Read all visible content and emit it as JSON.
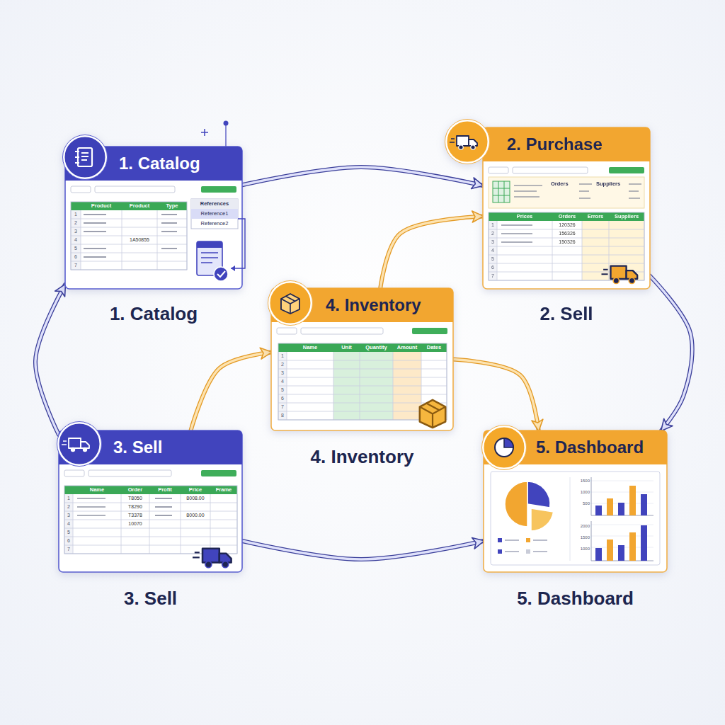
{
  "diagram": {
    "nodes": [
      {
        "text": [
          "1. Catalog",
          "1. Catalog"
        ]
      },
      {
        "text": [
          "2. Purchase",
          "2. Sell"
        ]
      },
      {
        "text": [
          "4. Inventory",
          "4. Inventory"
        ]
      },
      {
        "text": [
          "3. Sell",
          "3. Sell"
        ]
      },
      {
        "text": [
          "5. Dashboard",
          "5. Dashboard"
        ]
      }
    ],
    "edges": [
      {
        "from": 0,
        "to": 1,
        "arrow": "to"
      },
      {
        "from": 1,
        "to": 4,
        "arrow": "to"
      },
      {
        "from": 3,
        "to": 4,
        "arrow": "to"
      },
      {
        "from": 3,
        "to": 0,
        "arrow": "to"
      },
      {
        "from": 3,
        "to": 2,
        "arrow": "to"
      },
      {
        "from": 2,
        "to": 1,
        "arrow": "to"
      },
      {
        "from": 2,
        "to": 4,
        "arrow": "to"
      }
    ],
    "labels": [
      "Product",
      "Product",
      "Type",
      "References",
      "Reference1",
      "Reference2",
      "1A50855",
      "1",
      "2",
      "3",
      "4",
      "5",
      "6",
      "7",
      "Orders",
      "Suppliers",
      "Prices",
      "Orders",
      "Errors",
      "Suppliers",
      "120326",
      "156326",
      "150326",
      "1",
      "2",
      "3",
      "4",
      "5",
      "6",
      "7",
      "Name",
      "Unit",
      "Quantity",
      "Amount",
      "Dates",
      "1",
      "2",
      "3",
      "4",
      "5",
      "6",
      "7",
      "8",
      "Name",
      "Order",
      "Profit",
      "Price",
      "Frame",
      "T8050",
      "T8290",
      "T3378",
      "10070",
      "8008.00",
      "8000.00",
      "1",
      "2",
      "3",
      "4",
      "5",
      "6",
      "7",
      "1500",
      "1000",
      "500",
      "2000",
      "1500",
      "1000"
    ]
  }
}
